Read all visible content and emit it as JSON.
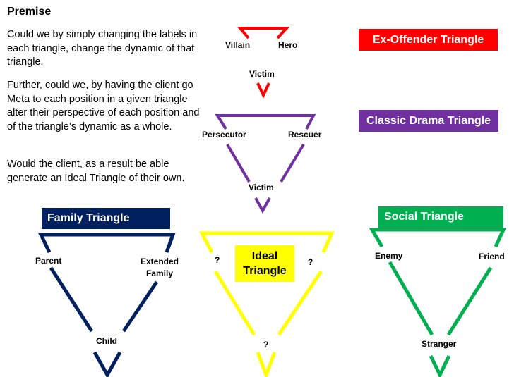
{
  "premise": {
    "title": "Premise",
    "paragraphs": [
      "Could we by simply changing the labels in each triangle, change the dynamic of that triangle.",
      "Further, could we, by having the client go Meta to each position in a given triangle alter their perspective of each position and of the triangle’s dynamic as a whole.",
      "Would the client, as a result be able generate an Ideal Triangle of their own."
    ]
  },
  "triangles": {
    "ex_offender": {
      "title": "Ex-Offender Triangle",
      "color": "#ff0000",
      "labels": {
        "left": "Villain",
        "right": "Hero",
        "bottom": "Victim"
      }
    },
    "classic_drama": {
      "title": "Classic Drama Triangle",
      "color": "#7030a0",
      "labels": {
        "left": "Persecutor",
        "right": "Rescuer",
        "bottom": "Victim"
      }
    },
    "family": {
      "title": "Family Triangle",
      "color": "#002060",
      "labels": {
        "left": "Parent",
        "right": "Extended Family",
        "bottom": "Child"
      }
    },
    "ideal": {
      "title": "Ideal Triangle",
      "color": "#ffff00",
      "labels": {
        "left": "?",
        "right": "?",
        "bottom": "?"
      }
    },
    "social": {
      "title": "Social Triangle",
      "color": "#00b050",
      "labels": {
        "left": "Enemy",
        "right": "Friend",
        "bottom": "Stranger"
      }
    }
  }
}
